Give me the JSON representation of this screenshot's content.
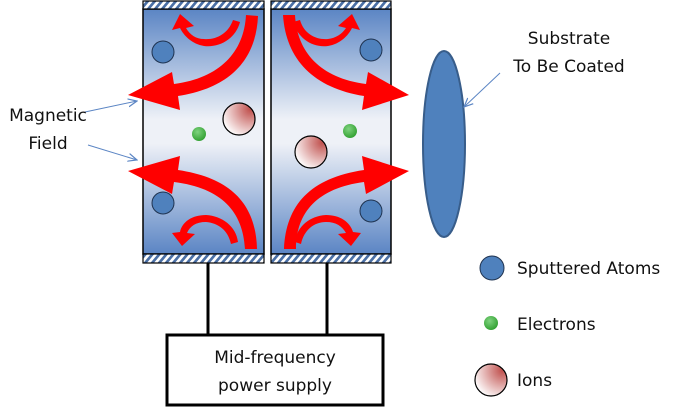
{
  "title": "Dual magnetron mid-frequency sputtering diagram",
  "labels": {
    "magnetic_field_line1": "Magnetic",
    "magnetic_field_line2": "Field",
    "substrate_line1": "Substrate",
    "substrate_line2": "To Be Coated",
    "power_supply_line1": "Mid-frequency",
    "power_supply_line2": "power supply"
  },
  "legend": [
    {
      "label": "Sputtered Atoms",
      "icon": "sputtered-atom-icon",
      "color": "#4f81bd"
    },
    {
      "label": "Electrons",
      "icon": "electron-icon",
      "color": "#3bb33b"
    },
    {
      "label": "Ions",
      "icon": "ion-icon",
      "color": "#c0504d"
    }
  ],
  "colors": {
    "target_top": "#5b85c4",
    "target_mid": "#eef1f7",
    "arrow": "#ff0000",
    "substrate": "#4f81bd",
    "substrate_stroke": "#385d8a",
    "hatch": "#4a6fa5",
    "pointer": "#5b85c4"
  }
}
